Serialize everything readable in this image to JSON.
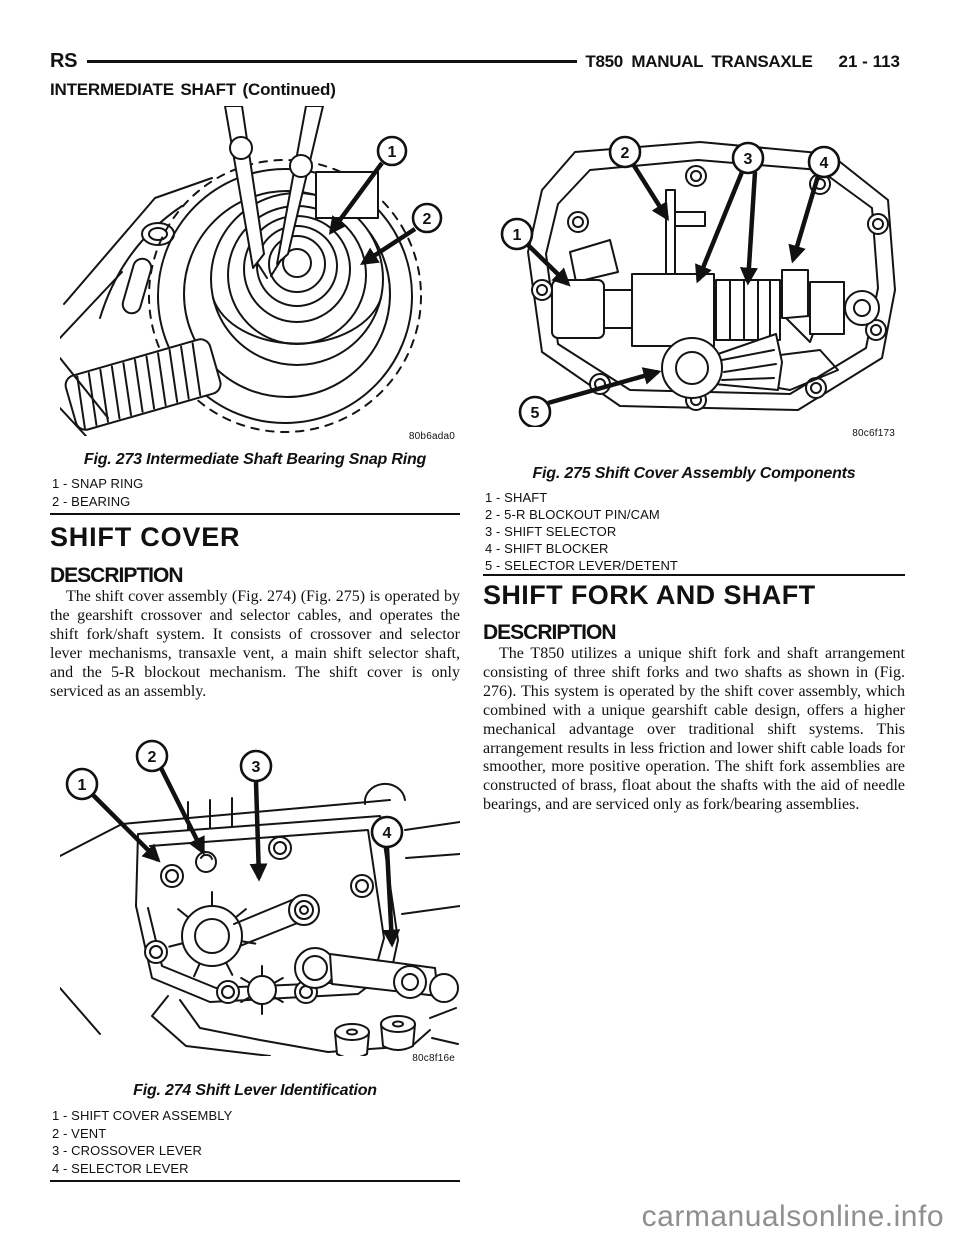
{
  "header": {
    "code": "RS",
    "title": "T850 MANUAL TRANSAXLE",
    "page_number": "21 - 113",
    "section": "INTERMEDIATE SHAFT (Continued)"
  },
  "figures": {
    "fig273": {
      "code": "80b6ada0",
      "caption": "Fig. 273 Intermediate Shaft Bearing Snap Ring",
      "legend": [
        "1 - SNAP RING",
        "2 - BEARING"
      ],
      "callouts": [
        "1",
        "2"
      ]
    },
    "fig274": {
      "code": "80c8f16e",
      "caption": "Fig. 274 Shift Lever Identification",
      "legend": [
        "1 - SHIFT COVER ASSEMBLY",
        "2 - VENT",
        "3 - CROSSOVER LEVER",
        "4 - SELECTOR LEVER"
      ],
      "callouts": [
        "1",
        "2",
        "3",
        "4"
      ]
    },
    "fig275": {
      "code": "80c6f173",
      "caption": "Fig. 275 Shift Cover Assembly Components",
      "legend": [
        "1 - SHAFT",
        "2 - 5-R BLOCKOUT PIN/CAM",
        "3 - SHIFT SELECTOR",
        "4 - SHIFT BLOCKER",
        "5 - SELECTOR LEVER/DETENT"
      ],
      "callouts": [
        "1",
        "2",
        "3",
        "4",
        "5"
      ]
    }
  },
  "sections": {
    "shift_cover": {
      "title": "SHIFT COVER",
      "subtitle": "DESCRIPTION",
      "body": "The shift cover assembly (Fig. 274) (Fig. 275) is operated by the gearshift crossover and selector cables, and operates the shift fork/shaft system. It consists of crossover and selector lever mechanisms, transaxle vent, a main shift selector shaft, and the 5-R blockout mechanism. The shift cover is only serviced as an assembly."
    },
    "shift_fork": {
      "title": "SHIFT FORK AND SHAFT",
      "subtitle": "DESCRIPTION",
      "body": "The T850 utilizes a unique shift fork and shaft arrangement consisting of three shift forks and two shafts as shown in (Fig. 276). This system is operated by the shift cover assembly, which combined with a unique gearshift cable design, offers a higher mechanical advantage over traditional shift systems. This arrangement results in less friction and lower shift cable loads for smoother, more positive operation. The shift fork assemblies are constructed of brass, float about the shafts with the aid of needle bearings, and are serviced only as fork/bearing assemblies."
    }
  },
  "watermark": {
    "text": "carmanualsonline.info"
  }
}
